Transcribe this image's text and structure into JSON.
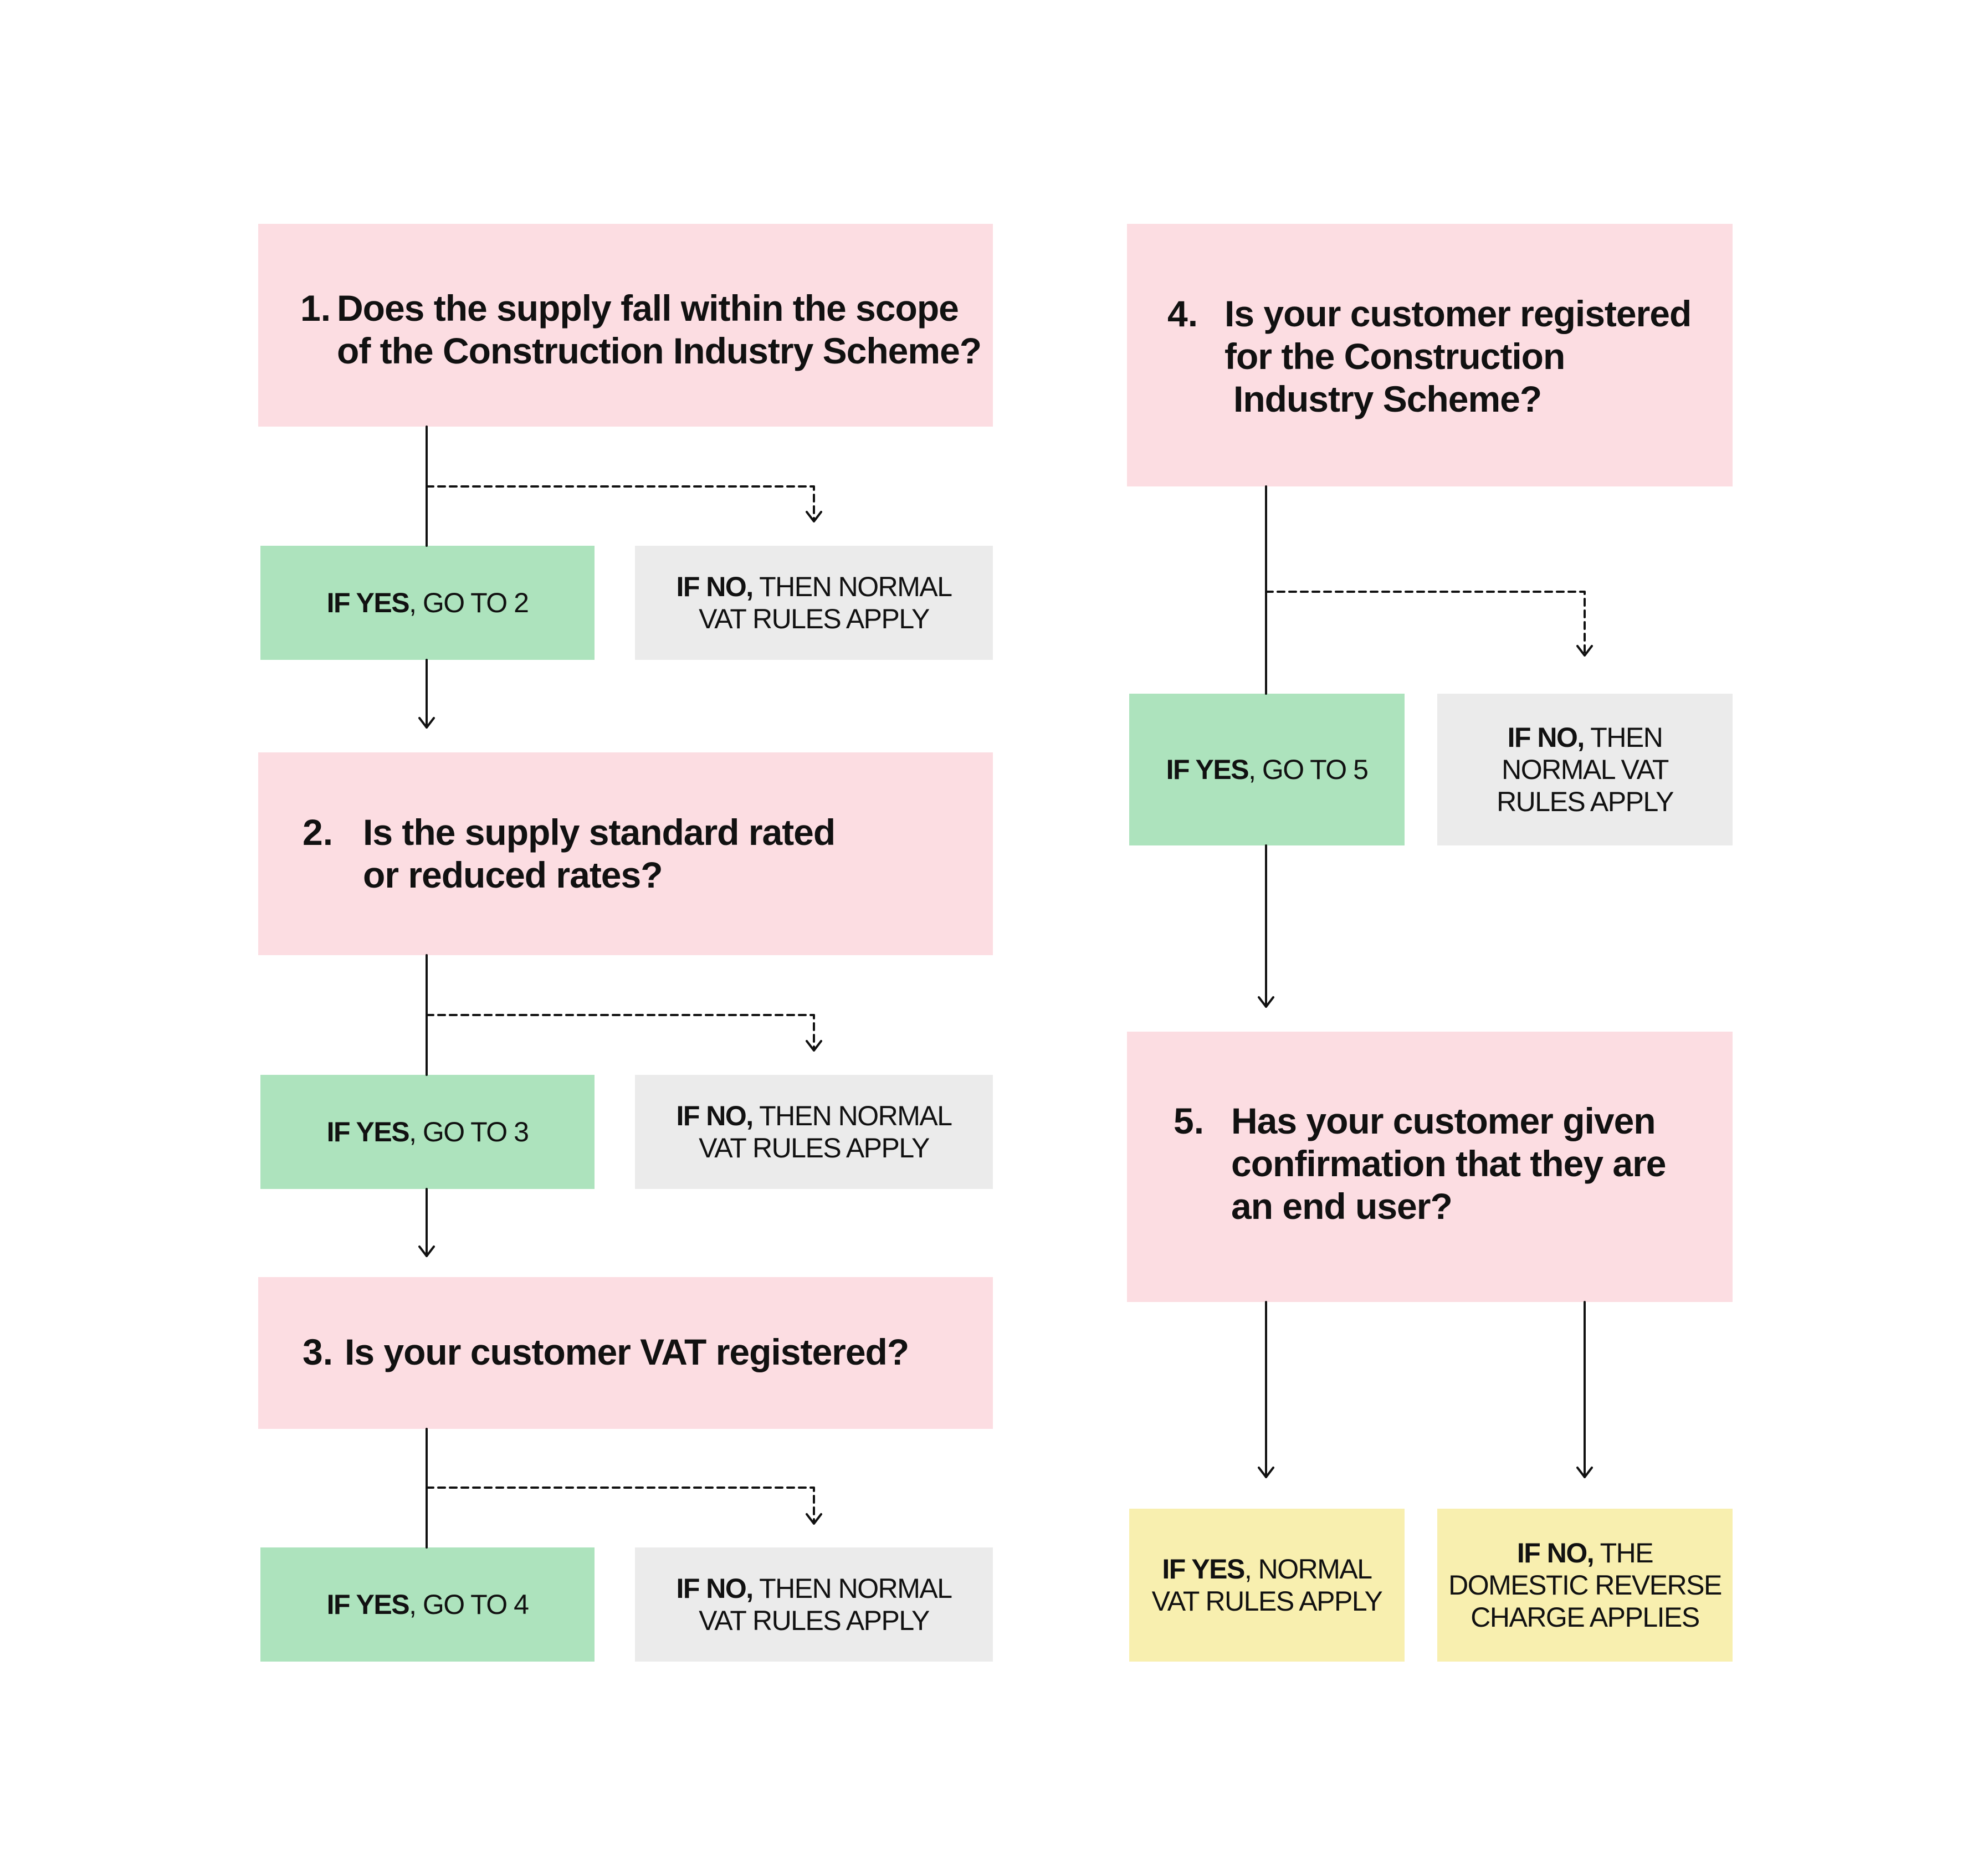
{
  "questions": {
    "q1": {
      "num": "1.",
      "line1": "Does the supply fall within the scope",
      "line2": "of the Construction Industry Scheme?"
    },
    "q2": {
      "num": "2.",
      "line1": "Is the supply standard rated",
      "line2": "or reduced rates?"
    },
    "q3": {
      "num": "3.",
      "line1": "Is your customer VAT registered?"
    },
    "q4": {
      "num": "4.",
      "line1": "Is your customer registered",
      "line2": "for the Construction",
      "line3": "Industry Scheme?"
    },
    "q5": {
      "num": "5.",
      "line1": "Has your customer given",
      "line2": "confirmation that they are",
      "line3": "an end user?"
    }
  },
  "answers": {
    "yes1": {
      "bold": "IF YES",
      "rest": ", GO TO 2"
    },
    "no1": {
      "bold": "IF NO,",
      "rest": " THEN NORMAL",
      "line2": "VAT RULES APPLY"
    },
    "yes2": {
      "bold": "IF YES",
      "rest": ", GO TO 3"
    },
    "no2": {
      "bold": "IF NO,",
      "rest": " THEN NORMAL",
      "line2": "VAT RULES APPLY"
    },
    "yes3": {
      "bold": "IF YES",
      "rest": ", GO TO 4"
    },
    "no3": {
      "bold": "IF NO,",
      "rest": " THEN NORMAL",
      "line2": "VAT RULES APPLY"
    },
    "yes4": {
      "bold": "IF YES",
      "rest": ", GO TO 5"
    },
    "no4": {
      "bold": "IF NO,",
      "rest": " THEN",
      "line2": "NORMAL VAT",
      "line3": "RULES APPLY"
    },
    "yes5": {
      "bold": "IF YES",
      "rest": ", NORMAL",
      "line2": "VAT RULES APPLY"
    },
    "no5": {
      "bold": "IF NO,",
      "rest": " THE",
      "line2": "DOMESTIC REVERSE",
      "line3": "CHARGE APPLIES"
    }
  },
  "colors": {
    "question": "#fcdde2",
    "yes": "#ade3bd",
    "no": "#ebebeb",
    "outcome": "#f8efaf",
    "line": "#111111"
  }
}
